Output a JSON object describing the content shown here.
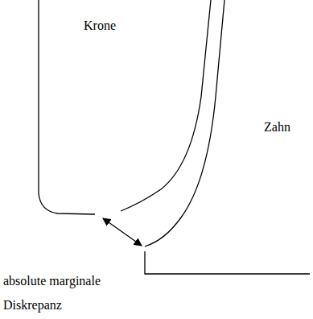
{
  "diagram": {
    "labels": [
      "Krone",
      "Zahn",
      "absolute marginale Diskrepanz"
    ]
  }
}
